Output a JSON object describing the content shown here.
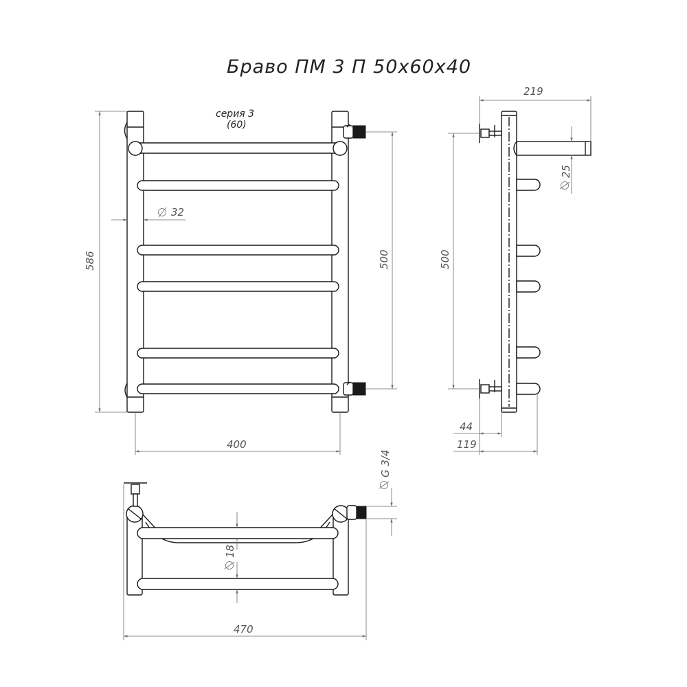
{
  "title": "Браво ПМ 3 П 50x60x40",
  "series": {
    "line1": "серия 3",
    "line2": "(60)"
  },
  "dimensions": {
    "height_total": "586",
    "width_front": "400",
    "pipe_diameter": "32",
    "connection_distance_front": "500",
    "connection_distance_side": "500",
    "depth_total": "219",
    "bar_diameter_side": "25",
    "offset_44": "44",
    "offset_119": "119",
    "thread": "G 3/4",
    "shelf_bar_diameter": "18",
    "width_top": "470"
  }
}
